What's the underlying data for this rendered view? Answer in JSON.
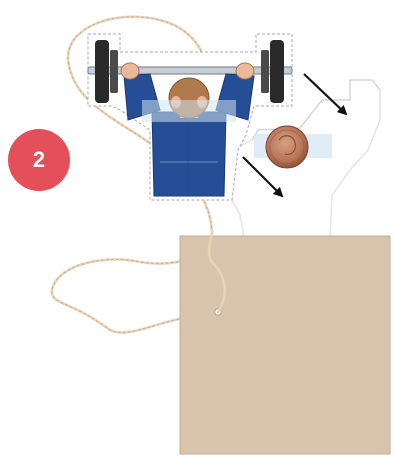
{
  "step": {
    "number": "2",
    "badge_color": "#e4505a"
  },
  "illustration": {
    "figure": "weightlifter-cutout-icon",
    "coin": "penny-coin-icon",
    "card": "kraft-paper-tag",
    "string": "twine-string",
    "arrows": [
      "arrow-down-right-icon",
      "arrow-down-right-icon"
    ]
  },
  "colors": {
    "card": "#d8c3ad",
    "shirt": "#254e96",
    "skin": "#e9b99a",
    "hair": "#b07a4c",
    "barbell": "#2a2a2a",
    "coin": "#b87658",
    "string": "#e3d0b6",
    "tape": "#cfe3f0"
  }
}
